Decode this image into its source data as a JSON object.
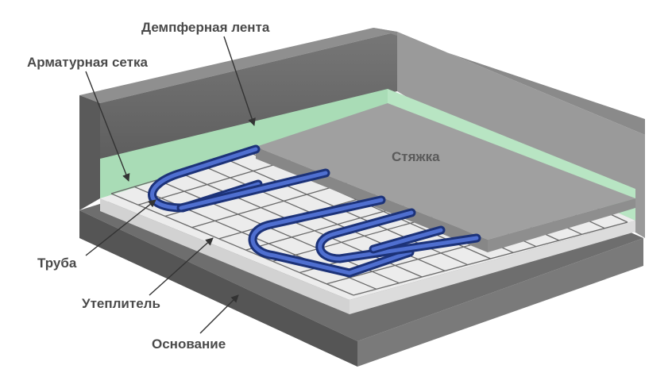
{
  "labels": {
    "damper_tape": "Демпферная лента",
    "mesh": "Арматурная сетка",
    "screed": "Стяжка",
    "pipe": "Труба",
    "insulation": "Утеплитель",
    "base": "Основание"
  },
  "colors": {
    "concrete_light": "#8a8a8a",
    "concrete_dark": "#5e5e5e",
    "damper_green": "#a9dcb6",
    "insulation": "#e6e6e6",
    "screed": "#9b9b9b",
    "pipe": "#2f4fa8",
    "label_text": "#4a4a4a"
  }
}
